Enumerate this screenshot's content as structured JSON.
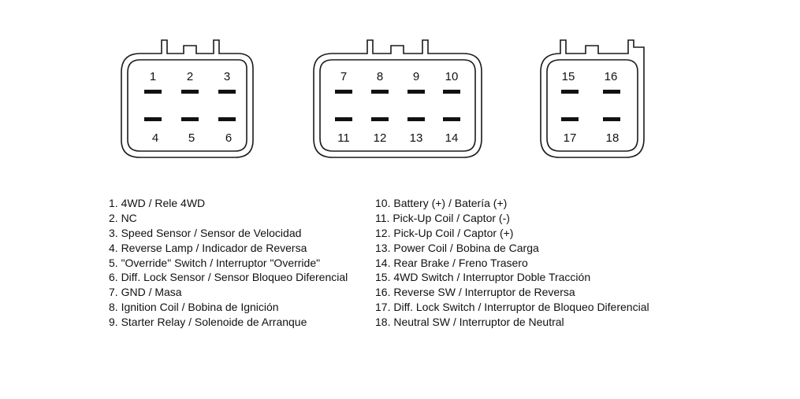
{
  "connectors": [
    {
      "pins_top": [
        "1",
        "2",
        "3"
      ],
      "pins_bottom": [
        "4",
        "5",
        "6"
      ]
    },
    {
      "pins_top": [
        "7",
        "8",
        "9",
        "10"
      ],
      "pins_bottom": [
        "11",
        "12",
        "13",
        "14"
      ]
    },
    {
      "pins_top": [
        "15",
        "16"
      ],
      "pins_bottom": [
        "17",
        "18"
      ]
    }
  ],
  "legend_left": [
    "1. 4WD / Rele 4WD",
    "2. NC",
    "3. Speed Sensor / Sensor de Velocidad",
    "4. Reverse Lamp / Indicador de Reversa",
    "5. \"Override\" Switch / Interruptor \"Override\"",
    "6. Diff. Lock Sensor / Sensor Bloqueo Diferencial",
    "7. GND / Masa",
    "8. Ignition Coil / Bobina de Ignición",
    "9. Starter Relay / Solenoide de Arranque"
  ],
  "legend_right": [
    "10. Battery (+) / Batería (+)",
    "11. Pick-Up Coil / Captor (-)",
    "12. Pick-Up Coil / Captor (+)",
    "13. Power Coil / Bobina de Carga",
    "14. Rear Brake / Freno Trasero",
    "15. 4WD Switch / Interruptor Doble Tracción",
    "16. Reverse SW / Interruptor de Reversa",
    "17. Diff. Lock Switch / Interruptor de Bloqueo Diferencial",
    "18. Neutral SW / Interruptor de Neutral"
  ],
  "colors": {
    "line": "#1a1a1a",
    "text": "#111111"
  }
}
